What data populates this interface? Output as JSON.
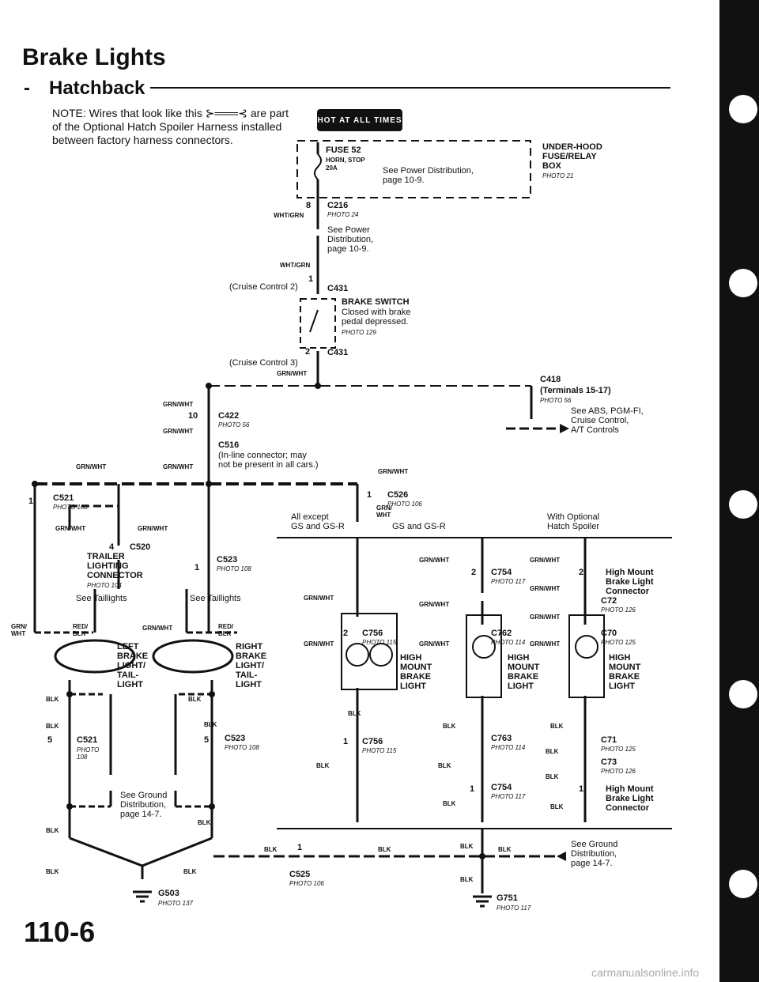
{
  "header": {
    "title": "Brake Lights",
    "dash": "-",
    "subtitle": "Hatchback"
  },
  "note": "NOTE: Wires that look like this ⊱═══⊰ are part of the Optional Hatch Spoiler Harness installed between factory harness connectors.",
  "hot_badge": "HOT AT ALL TIMES",
  "fuse": {
    "name": "FUSE 52",
    "desc": "HORN, STOP",
    "amp": "20A",
    "ref": "See Power Distribution,\npage 10-9.",
    "box": "UNDER-HOOD\nFUSE/RELAY\nBOX",
    "box_photo": "PHOTO 21"
  },
  "c216": {
    "pin": "8",
    "name": "C216",
    "photo": "PHOTO 24",
    "wire": "WHT/GRN",
    "ref": "See Power\nDistribution,\npage 10-9."
  },
  "wire_wht_grn": "WHT/GRN",
  "c431a": {
    "pin": "1",
    "label": "(Cruise Control 2)",
    "name": "C431"
  },
  "brake_switch": {
    "name": "BRAKE SWITCH",
    "desc": "Closed with brake\npedal depressed.",
    "photo": "PHOTO 129"
  },
  "c431b": {
    "pin": "2",
    "label": "(Cruise Control 3)",
    "name": "C431",
    "wire": "GRN/WHT"
  },
  "c418": {
    "name": "C418",
    "terminals": "(Terminals 15-17)",
    "photo": "PHOTO 56",
    "ref": "See ABS, PGM-FI,\nCruise Control,\nA/T Controls"
  },
  "c422": {
    "pin": "10",
    "name": "C422",
    "photo": "PHOTO 56"
  },
  "c516": {
    "name": "C516",
    "desc": "(In-line connector; may\nnot be present in all cars.)"
  },
  "grn_wht": "GRN/WHT",
  "grn_wht_split": "GRN/\nWHT",
  "c521": {
    "pin": "1",
    "name": "C521",
    "photo": "PHOTO 108",
    "pin2": "5",
    "photo2": "PHOTO\n108"
  },
  "c520": {
    "pin": "4",
    "name": "C520",
    "trailer": "TRAILER\nLIGHTING\nCONNECTOR",
    "photo": "PHOTO 104",
    "pin2": "1"
  },
  "c523": {
    "name": "C523",
    "photo": "PHOTO 108",
    "pin2": "5"
  },
  "see_taillights": "See Taillights",
  "red_blk": "RED/\nBLK",
  "blk": "BLK",
  "left_light": "LEFT\nBRAKE\nLIGHT/\nTAIL-\nLIGHT",
  "right_light": "RIGHT\nBRAKE\nLIGHT/\nTAIL-\nLIGHT",
  "ground_ref": "See Ground\nDistribution,\npage 14-7.",
  "c526": {
    "pin": "1",
    "name": "C526",
    "photo": "PHOTO 106"
  },
  "variants": {
    "all_except": "All except\nGS and GS-R",
    "gs": "GS and GS-R",
    "spoiler": "With Optional\nHatch Spoiler"
  },
  "c754a": {
    "pin": "2",
    "name": "C754",
    "photo": "PHOTO 117"
  },
  "c756a": {
    "pin": "2",
    "name": "C756",
    "photo": "PHOTO 115"
  },
  "c762": {
    "name": "C762",
    "photo": "PHOTO 114"
  },
  "hmbl_conn_top": {
    "pin": "2",
    "text": "High Mount\nBrake Light\nConnector"
  },
  "c72": {
    "name": "C72",
    "photo": "PHOTO 126"
  },
  "c70": {
    "name": "C70",
    "photo": "PHOTO 125"
  },
  "hmbl": "HIGH\nMOUNT\nBRAKE\nLIGHT",
  "c756b": {
    "pin": "1",
    "name": "C756",
    "photo": "PHOTO 115"
  },
  "c763": {
    "name": "C763",
    "photo": "PHOTO 114"
  },
  "c754b": {
    "pin": "1",
    "name": "C754",
    "photo": "PHOTO 117"
  },
  "c71": {
    "name": "C71",
    "photo": "PHOTO 125"
  },
  "c73": {
    "name": "C73",
    "photo": "PHOTO 126"
  },
  "hmbl_conn_bot": {
    "pin": "1",
    "text": "High Mount\nBrake Light\nConnector"
  },
  "c525": {
    "pin": "1",
    "name": "C525",
    "photo": "PHOTO 106"
  },
  "g503": {
    "name": "G503",
    "photo": "PHOTO 137"
  },
  "g751": {
    "name": "G751",
    "photo": "PHOTO 117"
  },
  "page_number": "110-6",
  "watermark": "carmanualsonline.info"
}
